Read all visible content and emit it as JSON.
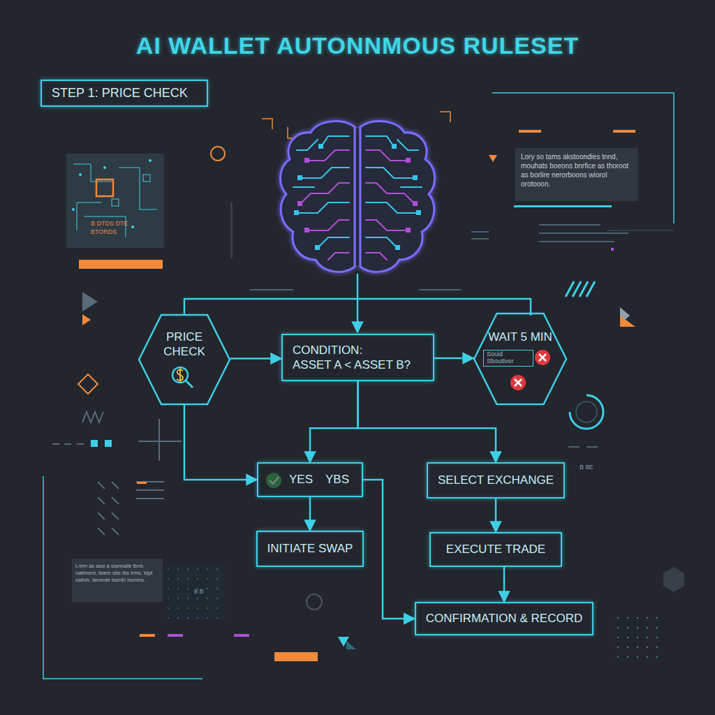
{
  "diagram": {
    "title": "AI WALLET AUTONNMOUS RULESET",
    "nodes": [
      {
        "text": [
          "STEP 1: PRICE CHECK"
        ]
      },
      {
        "text": [
          "PRICE CHECK"
        ]
      },
      {
        "text": [
          "CONDITION:",
          "ASSET A < ASSET B?"
        ]
      },
      {
        "text": [
          "WAIT 5 MIN",
          "Souid Sbouttver"
        ]
      },
      {
        "text": [
          "YES",
          "YBS"
        ]
      },
      {
        "text": [
          "INITIATE SWAP"
        ]
      },
      {
        "text": [
          "SELECT EXCHANGE"
        ]
      },
      {
        "text": [
          "EXECUTE TRADE"
        ]
      },
      {
        "text": [
          "CONFIRMATION & RECORD"
        ]
      }
    ],
    "edges": [
      {
        "from": 1,
        "to": 2,
        "arrow": "to"
      },
      {
        "from": 2,
        "to": 3,
        "arrow": "to"
      },
      {
        "from": 1,
        "to": 4,
        "arrow": "to"
      },
      {
        "from": 2,
        "to": 4,
        "arrow": "to"
      },
      {
        "from": 2,
        "to": 6,
        "arrow": "to"
      },
      {
        "from": 4,
        "to": 5,
        "arrow": "to"
      },
      {
        "from": 6,
        "to": 7,
        "arrow": "to"
      },
      {
        "from": 7,
        "to": 8,
        "arrow": "to"
      },
      {
        "from": 4,
        "to": 8,
        "arrow": "to"
      }
    ],
    "labels": [
      "Lory so tams akstoondies tnnd, mouhats boeons bnrfice as thoroot as borlire nerorboons wiorol orotooon.",
      "B DTDS DTE BTORDS",
      "Lnrm as assi a siannalle tbnir, natiment, tsiem sbe tbs trms. tdpt saitoh, taronde bainth loonins.",
      "B 8E",
      "8 B"
    ]
  }
}
